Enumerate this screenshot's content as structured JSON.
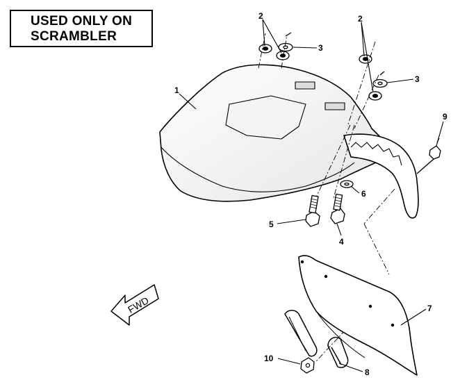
{
  "note": {
    "line1": "USED ONLY ON",
    "line2": "SCRAMBLER"
  },
  "arrow": {
    "label": "FWD"
  },
  "callouts": {
    "c1": "1",
    "c2a": "2",
    "c2b": "2",
    "c3a": "3",
    "c3b": "3",
    "c4": "4",
    "c5": "5",
    "c6": "6",
    "c7": "7",
    "c8": "8",
    "c9": "9",
    "c10": "10"
  }
}
